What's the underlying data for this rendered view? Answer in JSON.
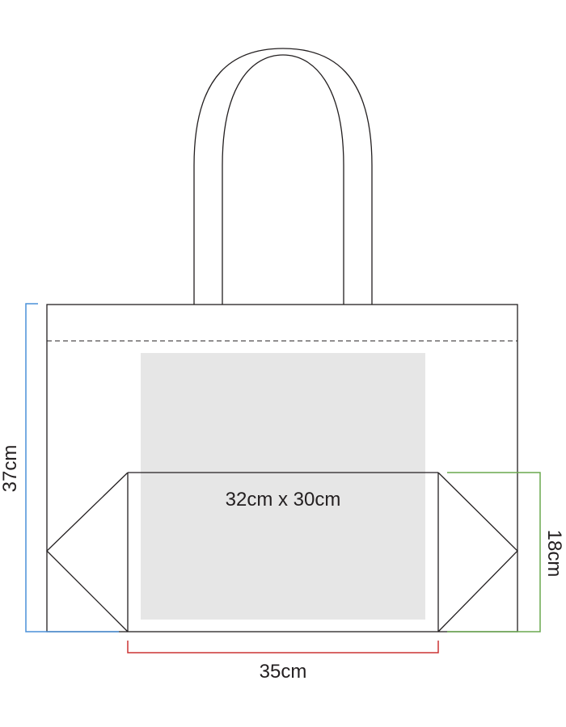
{
  "labels": {
    "print_area": "32cm x 30cm",
    "height": "37cm",
    "gusset": "18cm",
    "width": "35cm"
  },
  "colors": {
    "outline": "#231f20",
    "print_area_fill": "#e6e6e6",
    "height_dimension": "#4a90d9",
    "gusset_dimension": "#6aa84f",
    "width_dimension": "#cc3333"
  }
}
